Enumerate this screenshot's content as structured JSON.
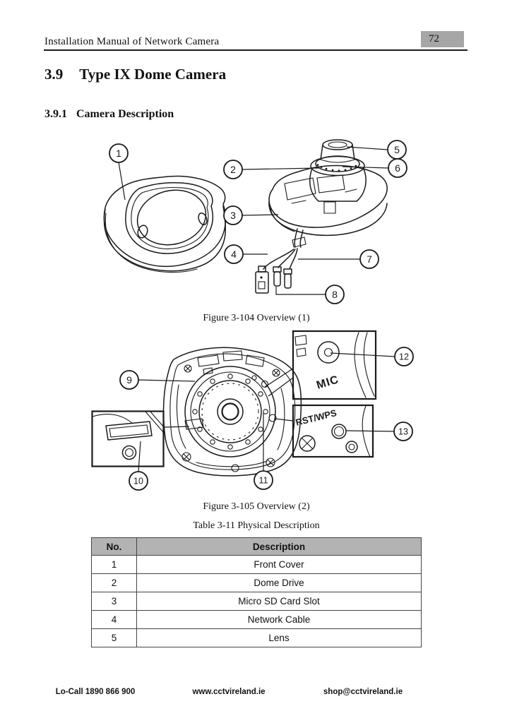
{
  "page": {
    "number": "72"
  },
  "header": {
    "title": "Installation Manual of Network Camera"
  },
  "section": {
    "number": "3.9",
    "title": "Type IX Dome Camera"
  },
  "subsection": {
    "number": "3.9.1",
    "title": "Camera Description"
  },
  "figure1": {
    "caption": "Figure 3-104 Overview (1)",
    "callouts": [
      "1",
      "2",
      "3",
      "4",
      "5",
      "6",
      "7",
      "8"
    ]
  },
  "figure2": {
    "caption": "Figure 3-105 Overview (2)",
    "callouts": [
      "9",
      "10",
      "11",
      "12",
      "13"
    ],
    "labels": {
      "mic": "MIC",
      "rst_wps": "RST/WPS"
    }
  },
  "table": {
    "caption": "Table 3-11 Physical Description",
    "headers": [
      "No.",
      "Description"
    ],
    "rows": [
      {
        "no": "1",
        "description": "Front Cover"
      },
      {
        "no": "2",
        "description": "Dome Drive"
      },
      {
        "no": "3",
        "description": "Micro SD Card Slot"
      },
      {
        "no": "4",
        "description": "Network Cable"
      },
      {
        "no": "5",
        "description": "Lens"
      }
    ]
  },
  "footer": {
    "phone": "Lo-Call 1890 866 900",
    "website": "www.cctvireland.ie",
    "email": "shop@cctvireland.ie"
  },
  "colors": {
    "page_number_box": "#a6a6a6",
    "table_header_bg": "#b3b3b3",
    "line_art": "#1a1a1a"
  }
}
